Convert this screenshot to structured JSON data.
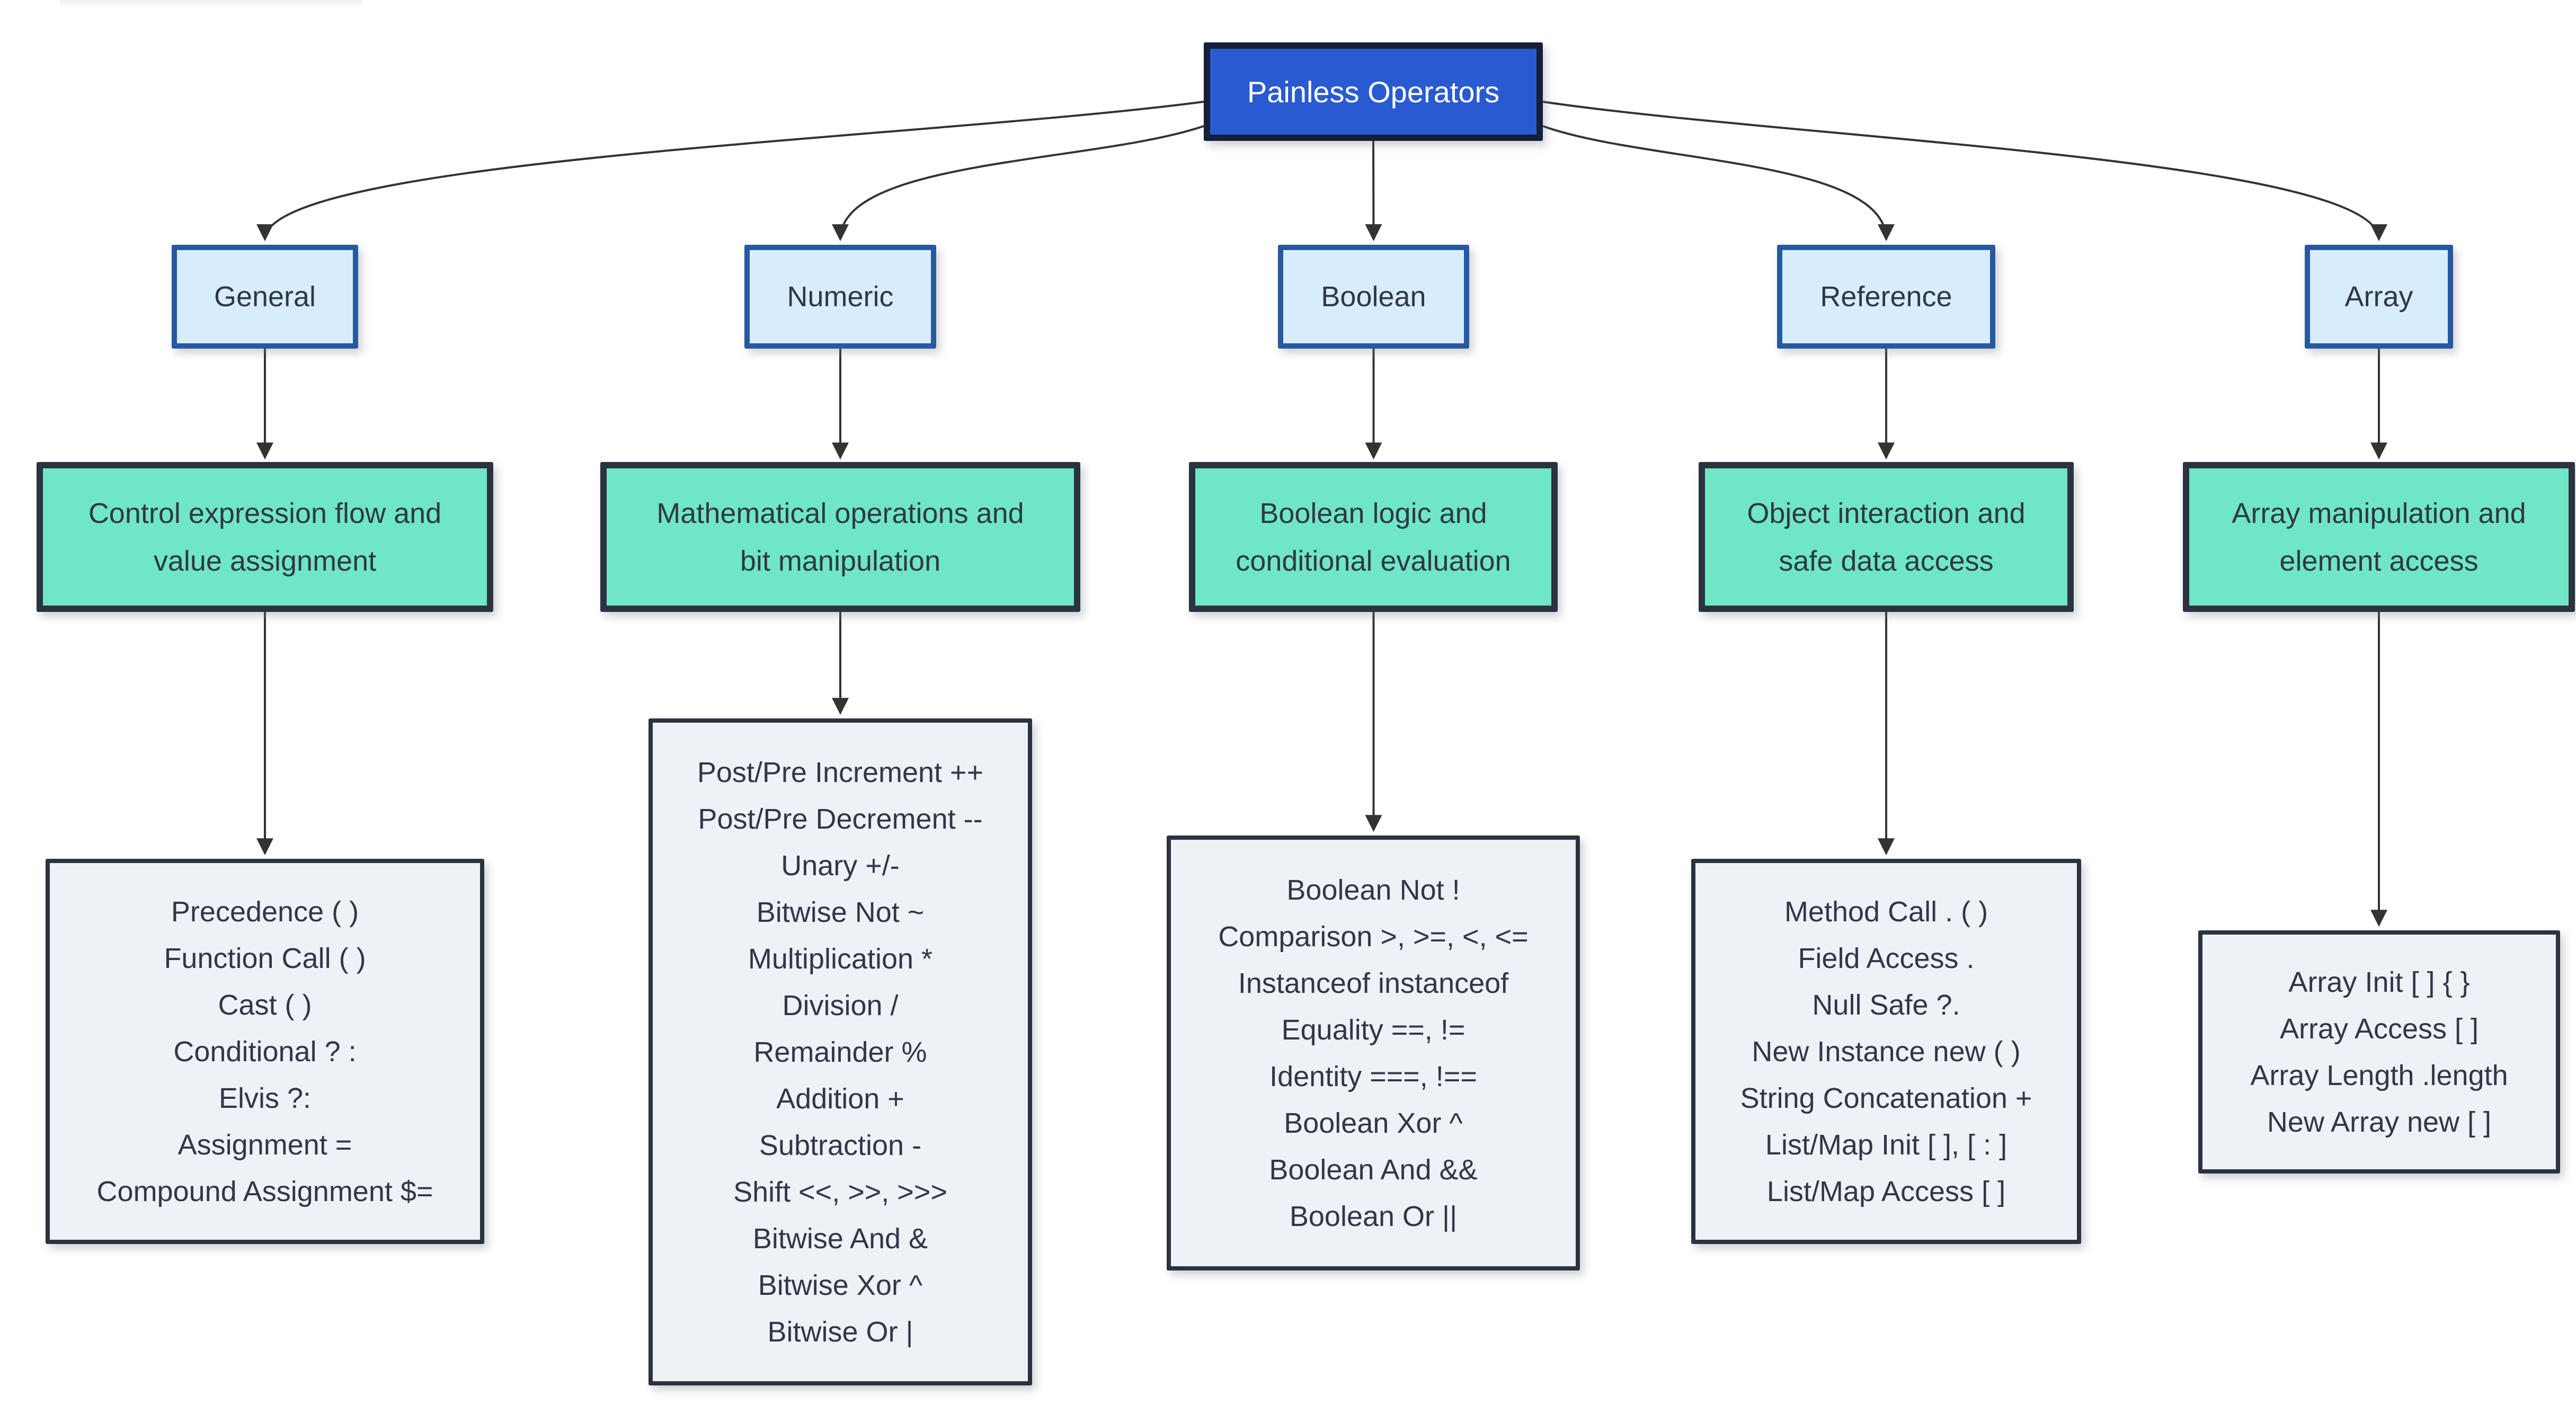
{
  "diagram": {
    "root": {
      "label": "Painless Operators"
    },
    "branches": [
      {
        "category": "General",
        "summary_lines": [
          "Control expression flow and",
          "value assignment"
        ],
        "operators": [
          "Precedence ( )",
          "Function Call ( )",
          "Cast ( )",
          "Conditional ? :",
          "Elvis ?:",
          "Assignment =",
          "Compound Assignment $="
        ]
      },
      {
        "category": "Numeric",
        "summary_lines": [
          "Mathematical operations and",
          "bit manipulation"
        ],
        "operators": [
          "Post/Pre Increment ++",
          "Post/Pre Decrement --",
          "Unary +/-",
          "Bitwise Not ~",
          "Multiplication *",
          "Division /",
          "Remainder %",
          "Addition +",
          "Subtraction -",
          "Shift <<, >>, >>>",
          "Bitwise And &",
          "Bitwise Xor ^",
          "Bitwise Or |"
        ]
      },
      {
        "category": "Boolean",
        "summary_lines": [
          "Boolean logic and",
          "conditional evaluation"
        ],
        "operators": [
          "Boolean Not !",
          "Comparison >, >=, <, <=",
          "Instanceof instanceof",
          "Equality ==, !=",
          "Identity ===, !==",
          "Boolean Xor ^",
          "Boolean And &&",
          "Boolean Or ||"
        ]
      },
      {
        "category": "Reference",
        "summary_lines": [
          "Object interaction and",
          "safe data access"
        ],
        "operators": [
          "Method Call . ( )",
          "Field Access .",
          "Null Safe ?.",
          "New Instance new ( )",
          "String Concatenation +",
          "List/Map Init [ ], [ : ]",
          "List/Map Access [ ]"
        ]
      },
      {
        "category": "Array",
        "summary_lines": [
          "Array manipulation and",
          "element access"
        ],
        "operators": [
          "Array Init [ ] { }",
          "Array Access [ ]",
          "Array Length .length",
          "New Array new [ ]"
        ]
      }
    ],
    "colors": {
      "root_fill": "#2a5ad2",
      "root_border": "#151f38",
      "root_text": "#ffffff",
      "category_fill": "#d8edfb",
      "category_border": "#28599f",
      "summary_fill": "#6fe6c5",
      "leaf_fill": "#eef1f6",
      "dark_border": "#2b3240",
      "text": "#303747",
      "arrow": "#333333",
      "background": "#ffffff"
    }
  }
}
